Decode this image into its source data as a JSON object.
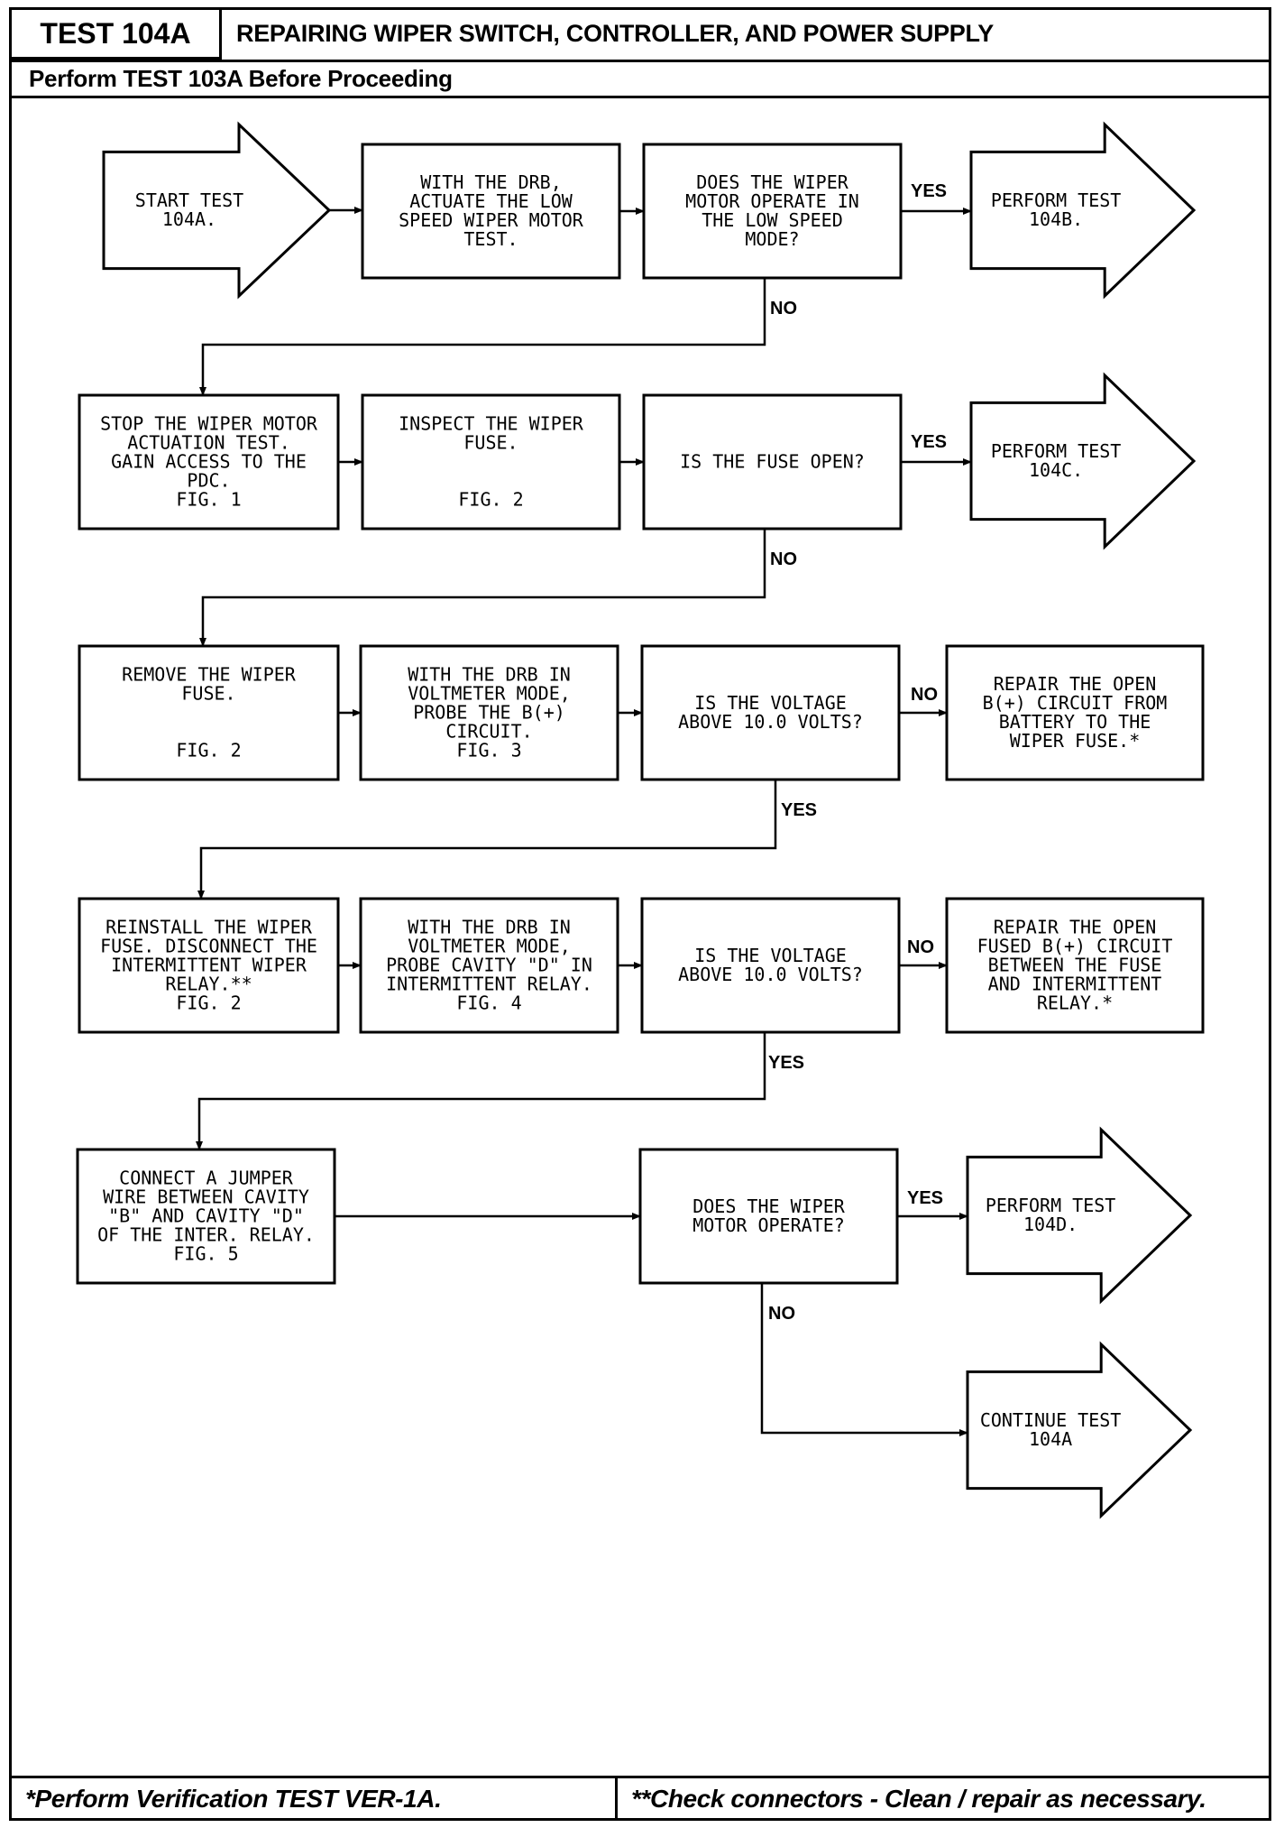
{
  "header": {
    "test_id": "TEST 104A",
    "title": "REPAIRING WIPER SWITCH, CONTROLLER, AND POWER SUPPLY",
    "prerequisite": "Perform TEST 103A Before Proceeding"
  },
  "footer": {
    "left_note": "*Perform Verification TEST VER-1A.",
    "right_note": "**Check connectors - Clean / repair as necessary."
  },
  "nodes": {
    "start": [
      "START TEST",
      "104A."
    ],
    "r1_action": [
      "WITH THE DRB,",
      "ACTUATE THE LOW",
      "SPEED WIPER MOTOR",
      "TEST."
    ],
    "r1_question": [
      "DOES THE WIPER",
      "MOTOR OPERATE IN",
      "THE LOW SPEED",
      "MODE?"
    ],
    "r1_result": [
      "PERFORM TEST",
      "104B."
    ],
    "r2_action1": [
      "STOP THE WIPER MOTOR",
      "ACTUATION TEST.",
      "GAIN ACCESS TO THE",
      "PDC.",
      "FIG. 1"
    ],
    "r2_action2": [
      "INSPECT THE WIPER",
      "FUSE.",
      "",
      "",
      "FIG. 2"
    ],
    "r2_question": [
      "IS THE FUSE OPEN?"
    ],
    "r2_result": [
      "PERFORM TEST",
      "104C."
    ],
    "r3_action1": [
      "REMOVE THE WIPER",
      "FUSE.",
      "",
      "",
      "FIG. 2"
    ],
    "r3_action2": [
      "WITH THE DRB IN",
      "VOLTMETER MODE,",
      "PROBE THE B(+)",
      "CIRCUIT.",
      "FIG. 3"
    ],
    "r3_question": [
      "IS THE VOLTAGE",
      "ABOVE 10.0 VOLTS?"
    ],
    "r3_result": [
      "REPAIR THE OPEN",
      "B(+) CIRCUIT FROM",
      "BATTERY TO THE",
      "WIPER FUSE.*"
    ],
    "r4_action1": [
      "REINSTALL THE WIPER",
      "FUSE. DISCONNECT THE",
      "INTERMITTENT WIPER",
      "RELAY.**",
      "FIG. 2"
    ],
    "r4_action2": [
      "WITH THE DRB IN",
      "VOLTMETER MODE,",
      "PROBE CAVITY \"D\" IN",
      "INTERMITTENT RELAY.",
      "FIG. 4"
    ],
    "r4_question": [
      "IS THE VOLTAGE",
      "ABOVE 10.0 VOLTS?"
    ],
    "r4_result": [
      "REPAIR THE OPEN",
      "FUSED B(+) CIRCUIT",
      "BETWEEN THE FUSE",
      "AND INTERMITTENT",
      "RELAY.*"
    ],
    "r5_action": [
      "CONNECT A JUMPER",
      "WIRE BETWEEN CAVITY",
      "\"B\" AND CAVITY \"D\"",
      "OF THE INTER. RELAY.",
      "FIG. 5"
    ],
    "r5_question": [
      "DOES THE WIPER",
      "MOTOR OPERATE?"
    ],
    "r5_result": [
      "PERFORM TEST",
      "104D."
    ],
    "r6_result": [
      "CONTINUE TEST",
      "104A"
    ]
  },
  "connector_labels": {
    "r1_yes": "YES",
    "r1_no": "NO",
    "r2_yes": "YES",
    "r2_no": "NO",
    "r3_no": "NO",
    "r3_yes": "YES",
    "r4_no": "NO",
    "r4_yes": "YES",
    "r5_yes": "YES",
    "r5_no": "NO"
  }
}
